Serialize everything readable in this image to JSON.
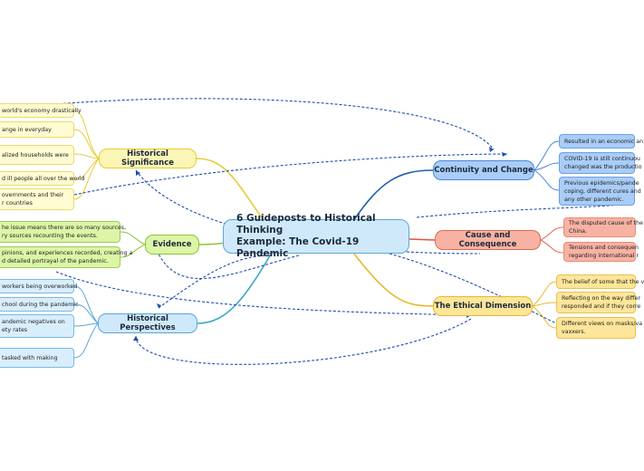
{
  "central": {
    "line1": "6 Guideposts to Historical Thinking",
    "line2": "Example: The Covid-19 Pandemic"
  },
  "main_topics": {
    "historical_significance": "Historical Significance",
    "evidence": "Evidence",
    "historical_perspectives": "Historical Perspectives",
    "continuity_and_change": "Continuity and Change",
    "cause_and_consequence": "Cause and Consequence",
    "ethical_dimension": "The Ethical Dimension"
  },
  "significance_items": [
    {
      "l1": "world's economy drastically",
      "l2": ""
    },
    {
      "l1": "ange in everyday",
      "l2": ""
    },
    {
      "l1": "alized households were",
      "l2": ""
    },
    {
      "l1": "d ill people all over the world",
      "l2": ""
    },
    {
      "l1": "overnments and their",
      "l2": "r countries"
    }
  ],
  "evidence_items": [
    {
      "l1": "he issue means there are so many sources,",
      "l2": "ry sources recounting the events."
    },
    {
      "l1": "pinions, and experiences recorded, creating a",
      "l2": "d detailed portrayal of the pandemic."
    }
  ],
  "perspectives_items": [
    {
      "l1": "workers being overworked",
      "l2": ""
    },
    {
      "l1": "chool during the pandemic",
      "l2": ""
    },
    {
      "l1": "andemic negatives on",
      "l2": "ety rates"
    },
    {
      "l1": "tasked with making",
      "l2": ""
    }
  ],
  "continuity_items": [
    {
      "l1": "Resulted in an economic an",
      "l2": "",
      "l3": ""
    },
    {
      "l1": "COVID-19 is still continuou",
      "l2": "changed was the productio",
      "l3": ""
    },
    {
      "l1": "Previous epidemics/pande",
      "l2": "coping, different cures and",
      "l3": "any other pandemic."
    }
  ],
  "cause_items": [
    {
      "l1": "The disputed cause of the",
      "l2": "China."
    },
    {
      "l1": "Tensions and consequen",
      "l2": "regarding international r"
    }
  ],
  "ethical_items": [
    {
      "l1": "The belief of some that the v",
      "l2": ""
    },
    {
      "l1": "Reflecting on the way differ",
      "l2": "responded and if they corre"
    },
    {
      "l1": "Different views on masks/va",
      "l2": "vaxxers."
    }
  ]
}
